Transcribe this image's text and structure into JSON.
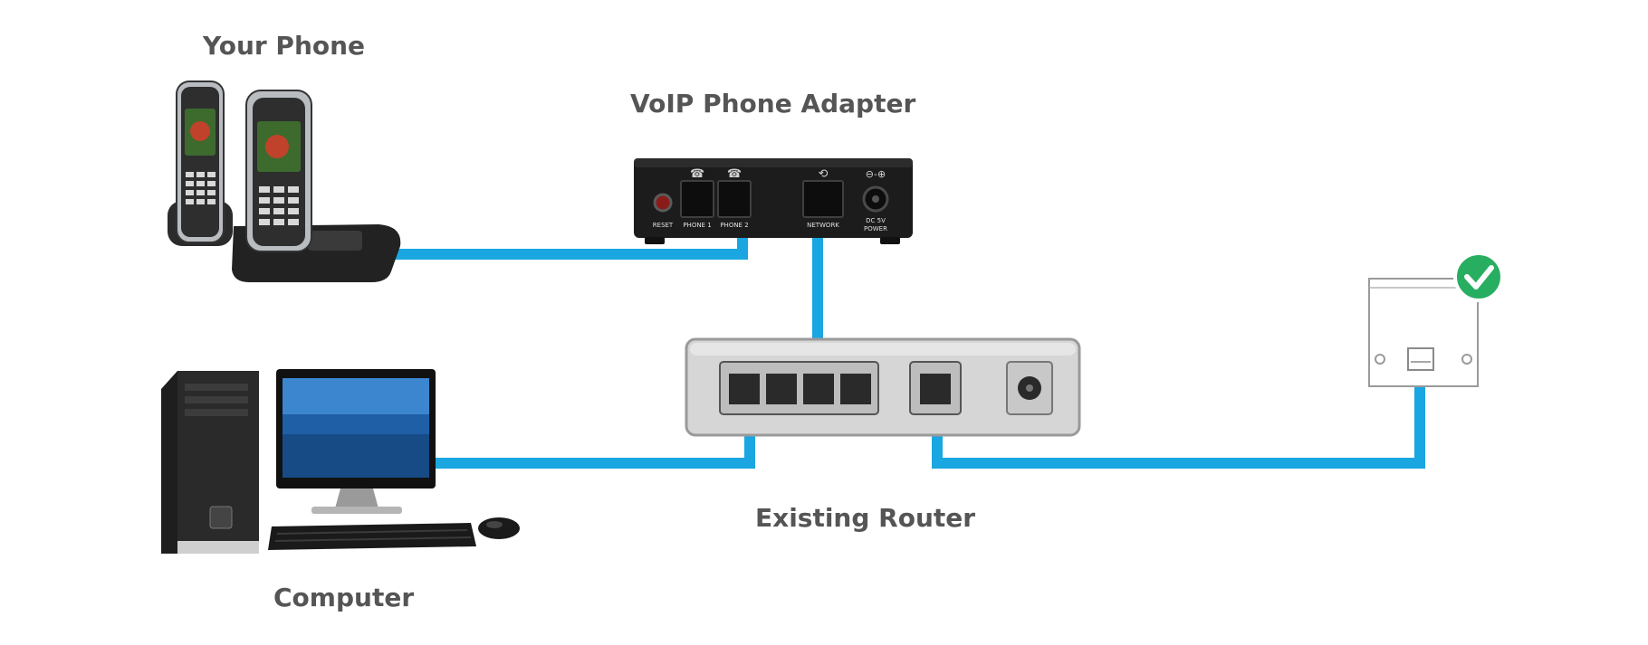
{
  "labels": {
    "phone": "Your Phone",
    "adapter": "VoIP Phone Adapter",
    "router": "Existing Router",
    "computer": "Computer"
  },
  "adapter_ports": {
    "reset": "RESET",
    "phone1": "PHONE 1",
    "phone2": "PHONE 2",
    "network": "NETWORK",
    "power_line1": "DC 5V",
    "power_line2": "POWER"
  },
  "colors": {
    "cable": "#1aa6e0",
    "check": "#27ae60",
    "label": "#555555",
    "adapter_body": "#1c1c1c",
    "router_body": "#d6d6d6"
  },
  "icons": {
    "wall_socket_status": "check-icon"
  }
}
